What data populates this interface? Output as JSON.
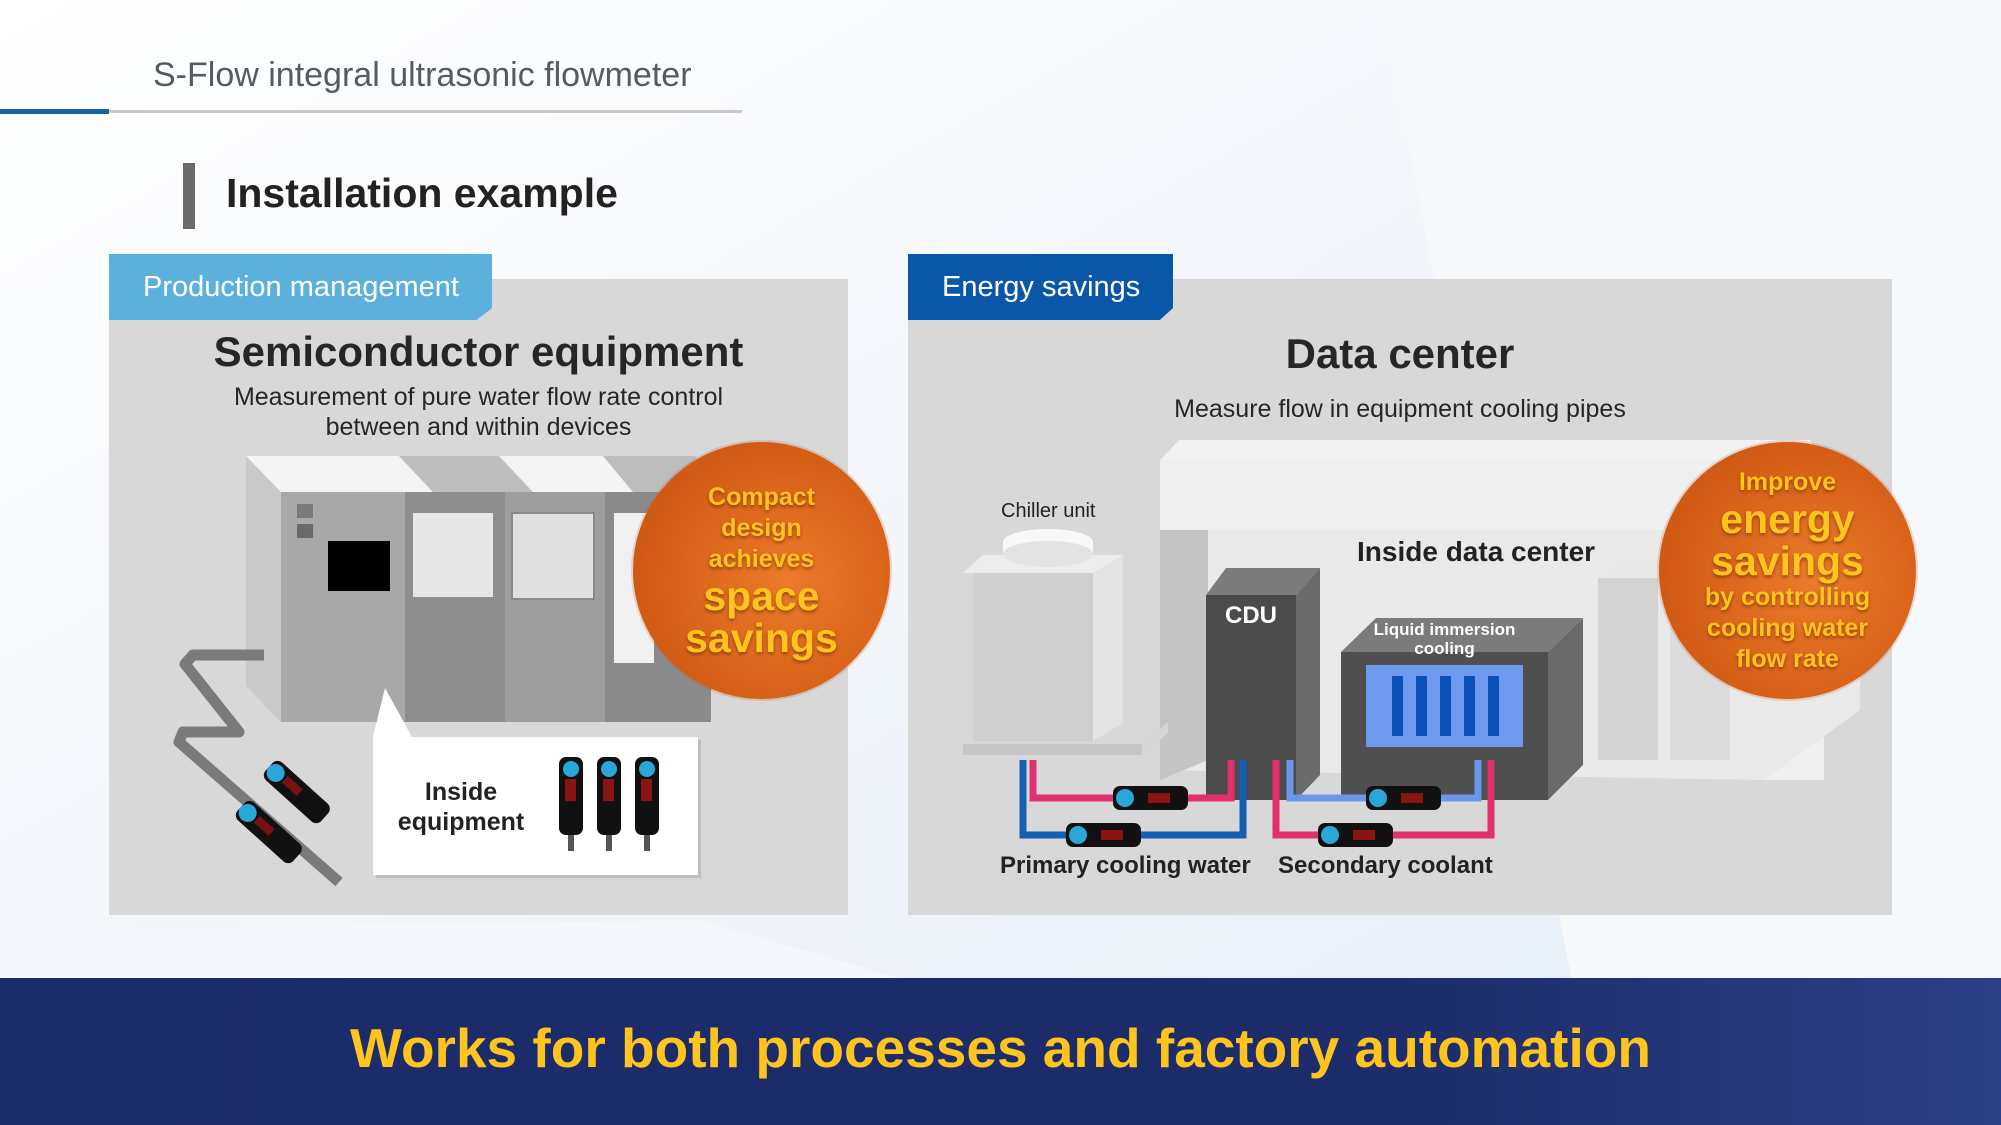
{
  "header": {
    "doc_title": "S-Flow integral ultrasonic flowmeter",
    "section_title": "Installation example"
  },
  "left_panel": {
    "tag": "Production management",
    "title": "Semiconductor equipment",
    "subtitle_line1": "Measurement of pure water flow rate control",
    "subtitle_line2": "between and within devices",
    "callout_line1": "Inside",
    "callout_line2": "equipment",
    "circle": {
      "line1": "Compact",
      "line2": "design",
      "line3": "achieves",
      "big1": "space",
      "big2": "savings"
    }
  },
  "right_panel": {
    "tag": "Energy savings",
    "title": "Data center",
    "subtitle": "Measure flow in equipment cooling pipes",
    "chiller_label": "Chiller unit",
    "inside_label": "Inside data center",
    "cdu_label": "CDU",
    "immersion_line1": "Liquid immersion",
    "immersion_line2": "cooling",
    "primary_label": "Primary cooling water",
    "secondary_label": "Secondary coolant",
    "circle": {
      "line1": "Improve",
      "big1": "energy",
      "big2": "savings",
      "line2": "by controlling",
      "line3": "cooling water",
      "line4": "flow rate"
    }
  },
  "footer": {
    "text": "Works for both processes and factory automation"
  },
  "colors": {
    "light_tag": "#5bb1dc",
    "dark_tag": "#0a56a8",
    "accent_orange": "#d65f17",
    "accent_yellow": "#ffc51e",
    "footer_navy": "#1b2a69",
    "primary_pipe": "#1460b4",
    "secondary_pipe": "#e0306e"
  }
}
